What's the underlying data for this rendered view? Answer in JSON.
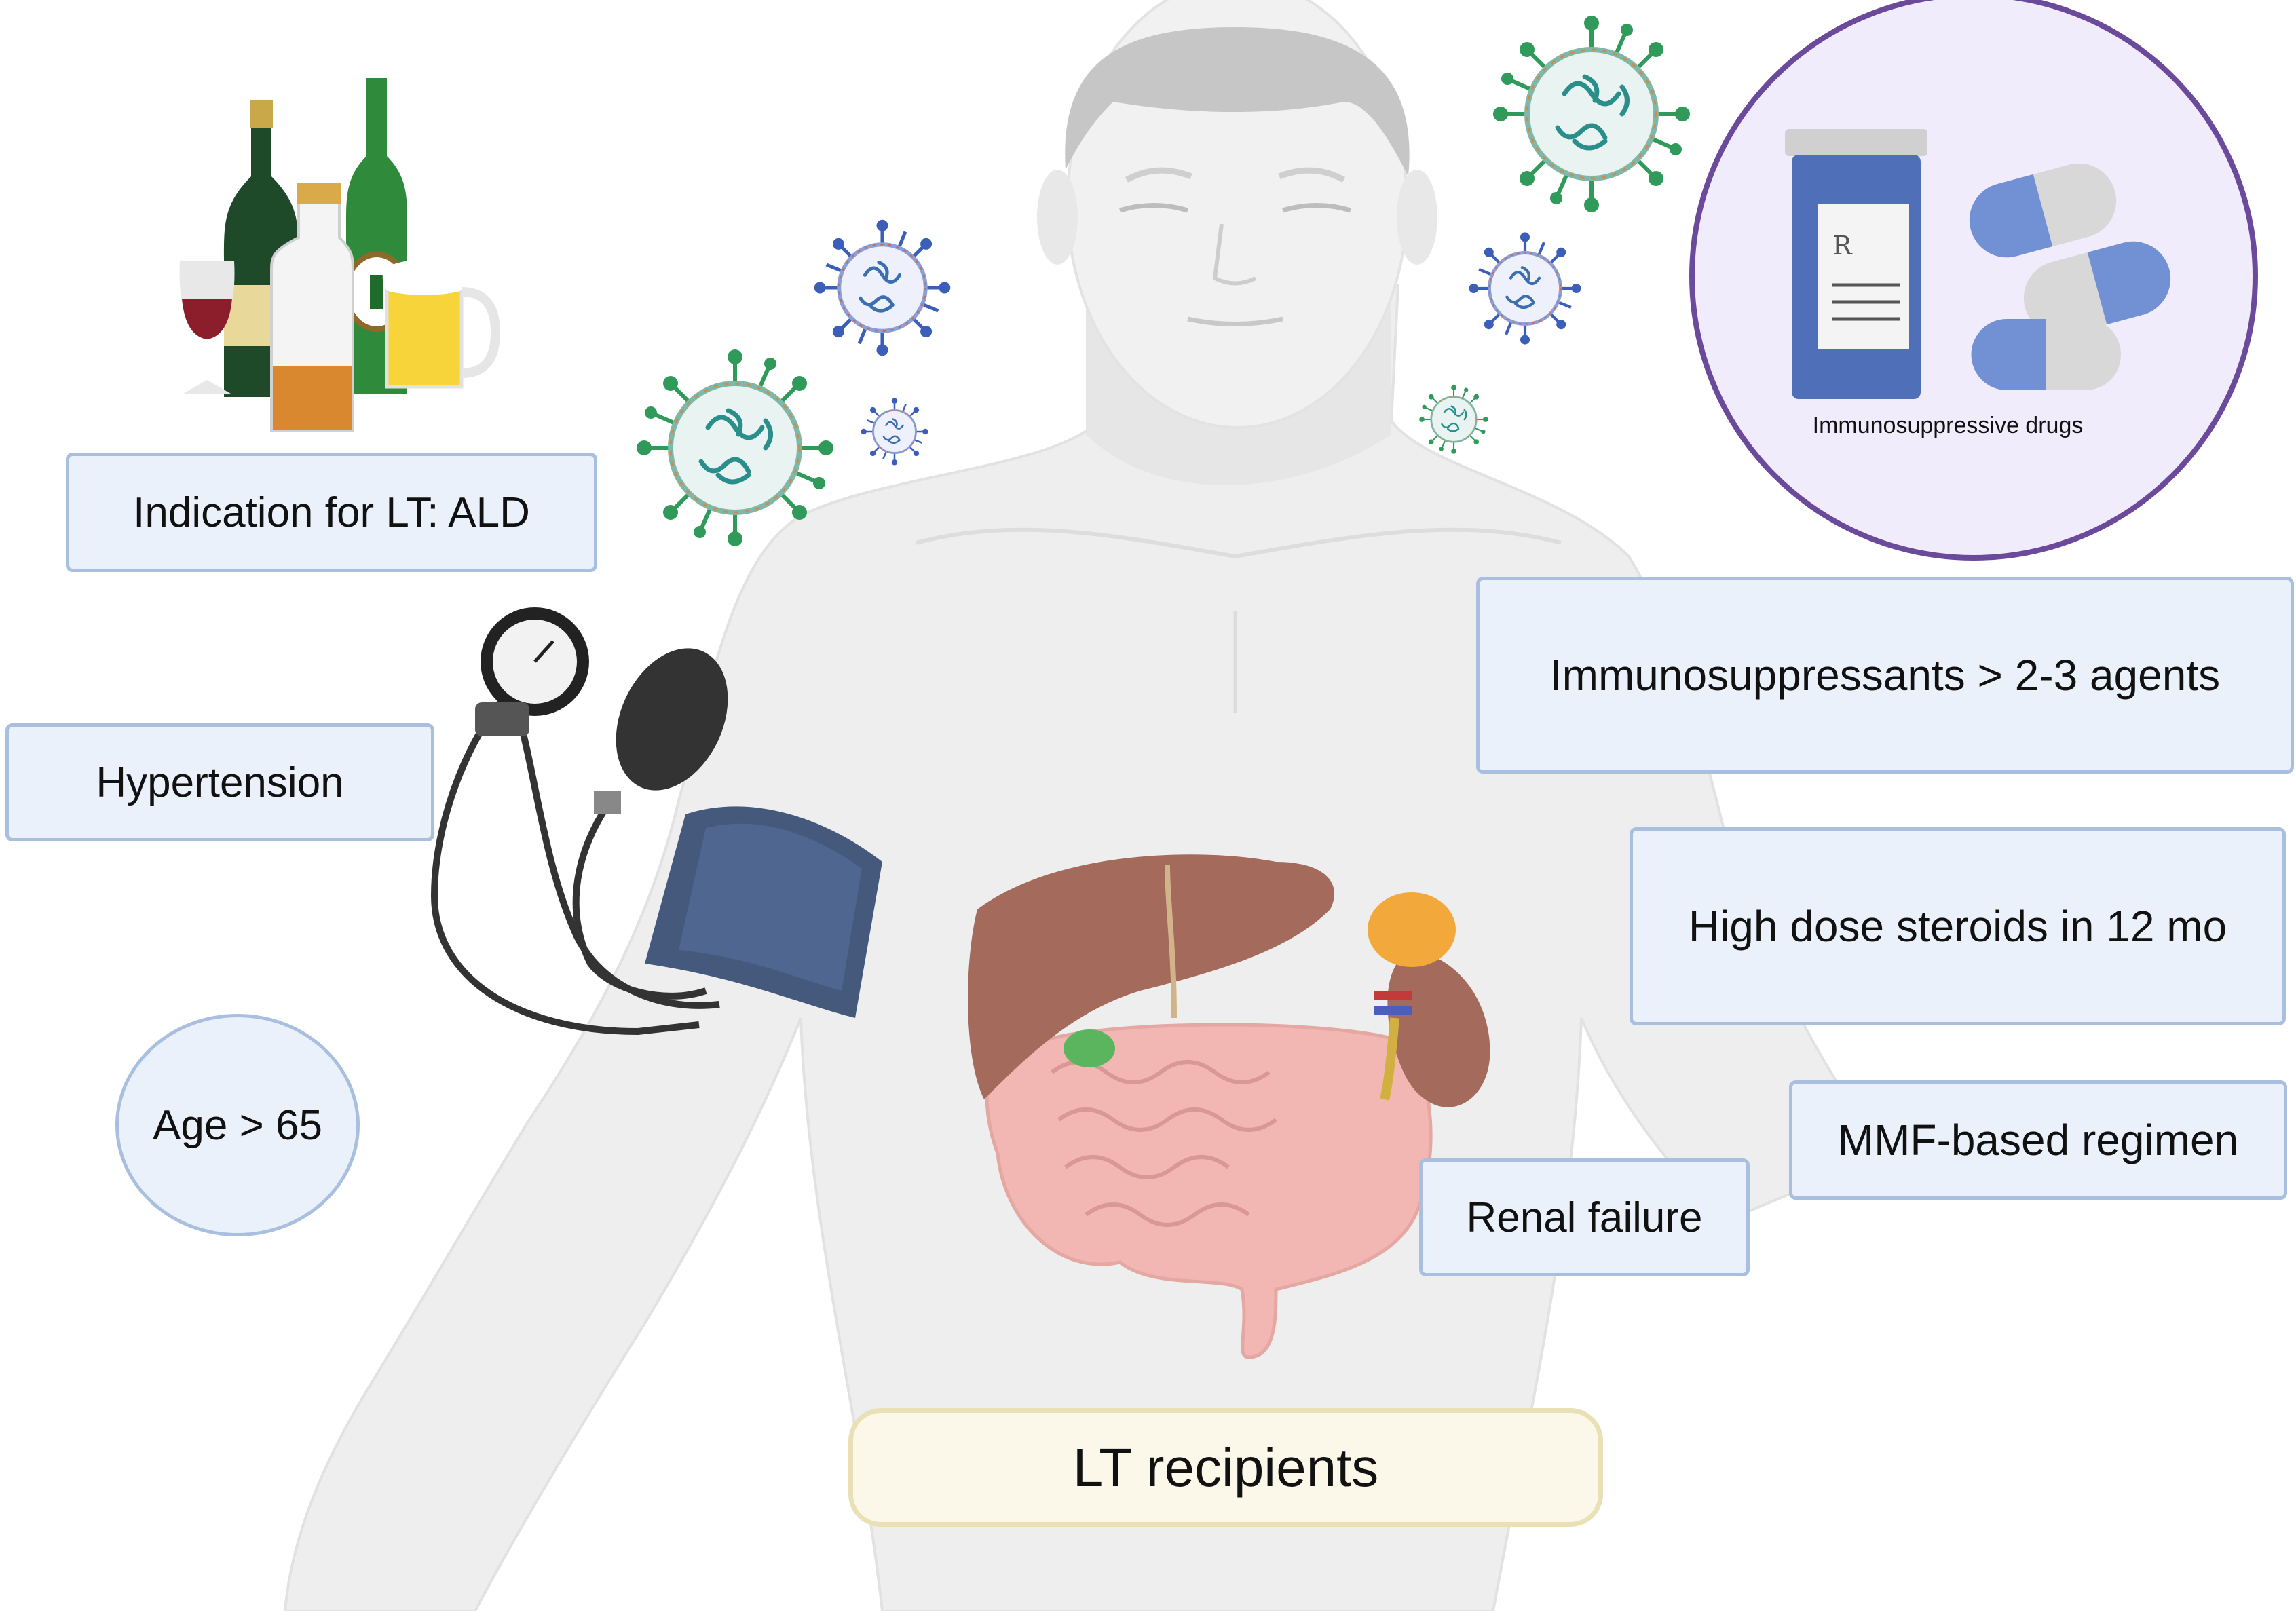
{
  "labels": {
    "indication": "Indication for LT: ALD",
    "hypertension": "Hypertension",
    "age": "Age > 65",
    "immunosuppressants": "Immunosuppressants > 2-3 agents",
    "steroids": "High dose steroids in 12 mo",
    "mmf": "MMF-based regimen",
    "renal": "Renal failure",
    "recipients": "LT recipients",
    "drugs_caption": "Immunosuppressive drugs"
  },
  "icons": {
    "body": "human-torso-icon",
    "alcohol": "alcohol-bottles-icon",
    "bp_monitor": "blood-pressure-monitor-icon",
    "virus": "virus-icon",
    "drugs": "pill-bottle-capsules-icon",
    "organs": "liver-intestine-kidney-icon"
  },
  "colors": {
    "label_fill": "#eaf1fb",
    "label_border": "#a9bfe0",
    "recipient_fill": "#fbf8ea",
    "recipient_border": "#e9e0b6",
    "circle_border": "#6b4a9b",
    "circle_fill": "#f1ecfb",
    "liver": "#a46a5c",
    "virus_green": "#2f9a5a",
    "virus_blue": "#3b5fb8",
    "cuff": "#44597c"
  }
}
